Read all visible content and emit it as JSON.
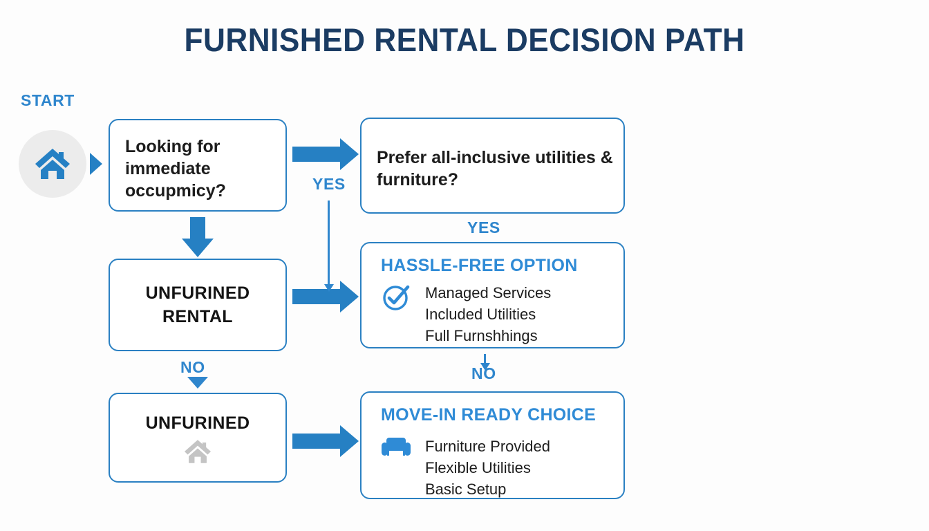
{
  "page": {
    "title": "FURNISHED RENTAL DECISION PATH",
    "background_color": "#fdfdfd"
  },
  "colors": {
    "title_navy": "#1b3c63",
    "accent_blue": "#2f8bd6",
    "arrow_blue": "#2680c3",
    "box_border": "#2a80c2",
    "body_text": "#1c1c1c",
    "start_circle_bg": "#ececec",
    "muted_house_gray": "#c4c4c4"
  },
  "start": {
    "label": "START",
    "icon": "house-icon"
  },
  "nodes": {
    "q1": {
      "text": "Looking for immediate occupmicy?",
      "lines": [
        "Looking for",
        "immediate",
        "occupmicy?"
      ]
    },
    "q2": {
      "text": "Prefer all-inclusive utilities & furniture?",
      "lines": [
        "Prefer all-inclusive utilities &",
        "furniture?"
      ]
    },
    "unfurnished_rental": {
      "lines": [
        "UNFURINED",
        "RENTAL"
      ]
    },
    "unfurnished": {
      "lines": [
        "UNFURINED"
      ],
      "icon": "house-icon"
    },
    "hassle_free": {
      "title": "HASSLE-FREE OPTION",
      "icon": "check-circle-icon",
      "items": [
        "Managed Services",
        "Included Utilities",
        "Full Furnshhings"
      ]
    },
    "move_in_ready": {
      "title": "MOVE-IN READY CHOICE",
      "icon": "sofa-icon",
      "items": [
        "Furniture Provided",
        "Flexible Utilities",
        "Basic Setup"
      ]
    }
  },
  "branch_labels": {
    "yes_q1_to_q2": "YES",
    "yes_q2_to_hassle": "YES",
    "no_rental_to_unfurnished": "NO",
    "no_hassle_to_movein": "NO"
  }
}
